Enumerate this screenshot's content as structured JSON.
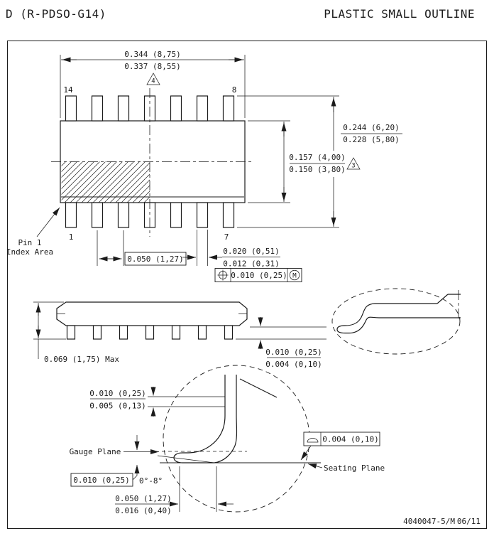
{
  "header": {
    "title": "D (R-PDSO-G14)",
    "subtitle": "PLASTIC SMALL OUTLINE"
  },
  "footer": {
    "drawing_number": "4040047-5/M",
    "revision_date": "06/11"
  },
  "top_view": {
    "pin_top_left": "14",
    "pin_top_right": "8",
    "pin_bottom_left": "1",
    "pin_bottom_right": "7",
    "dim_overall_width": {
      "max": "0.344 (8,75)",
      "min": "0.337 (8,55)"
    },
    "note_overall_width": "4",
    "dim_lead_span": {
      "max": "0.244 (6,20)",
      "min": "0.228 (5,80)"
    },
    "dim_body_width": {
      "max": "0.157 (4,00)",
      "min": "0.150 (3,80)"
    },
    "note_body_width": "3",
    "pin1_label": {
      "line1": "Pin 1",
      "line2": "Index Area"
    },
    "dim_pitch": "0.050 (1,27)",
    "dim_lead_width": {
      "max": "0.020 (0,51)",
      "min": "0.012 (0,31)"
    },
    "position_tolerance": {
      "value": "0.010 (0,25)",
      "modifier": "M"
    }
  },
  "side_view": {
    "dim_height": "0.069 (1,75) Max",
    "dim_standoff": {
      "max": "0.010 (0,25)",
      "min": "0.004 (0,10)"
    }
  },
  "lead_detail": {
    "dim_thickness": {
      "max": "0.010 (0,25)",
      "min": "0.005 (0,13)"
    },
    "gauge_plane_label": "Gauge Plane",
    "dim_gauge_to_seating": "0.010 (0,25)",
    "lead_angle": "0°-8°",
    "dim_foot_length": {
      "max": "0.050 (1,27)",
      "min": "0.016 (0,40)"
    },
    "seating_plane_label": "Seating Plane",
    "dim_seating_flatness": "0.004 (0,10)"
  }
}
